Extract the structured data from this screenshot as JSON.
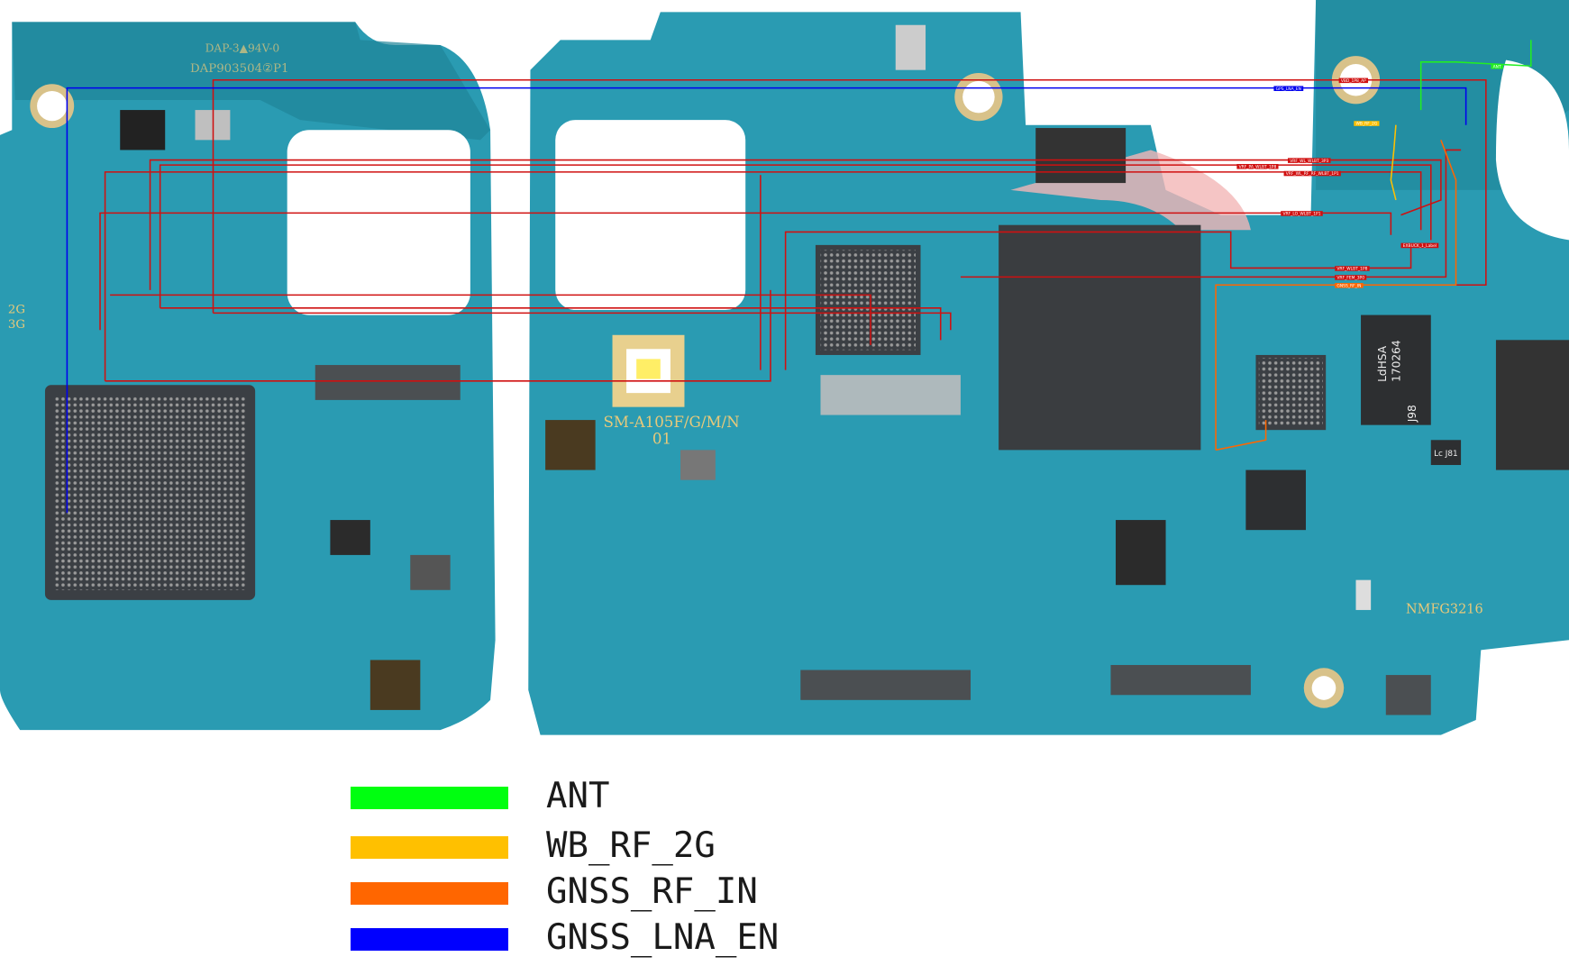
{
  "board": {
    "markings": {
      "model": "SM-A105F/G/M/N",
      "revision": "01",
      "ul_mark": "DAP-3▲94V-0",
      "pcb_code": "DAP903504②P1",
      "band_2g": "2G",
      "band_3g": "3G",
      "chip_main": "LdHSA",
      "chip_main_code": "170264",
      "chip_main_suffix": "J98",
      "chip_small": "Lc J81",
      "connector_code": "NMFG3216"
    },
    "trace_labels": {
      "vbd": "VBD_1P8_AP",
      "lna": "GPS_LNA_EN",
      "ant": "ANT",
      "wb": "WB_RF_2G",
      "wl3p3": "VRF_WL_WLBT_3P3",
      "pa": "VRF_PA_WLBT_1P8",
      "wlrf": "VRF_WL_RF_RF_WLBT_1P1",
      "lo": "VRF_LO_WLBT_1P1",
      "exbuck": "EXBUCK_1_Label",
      "wlbt": "VRF_WLBT_1P8",
      "fem": "VRF_FEM_3P0",
      "gnss": "GNSS_RF_IN"
    }
  },
  "legend": [
    {
      "label": "ANT",
      "color": "#00ff10"
    },
    {
      "label": "WB_RF_2G",
      "color": "#ffc000"
    },
    {
      "label": "GNSS_RF_IN",
      "color": "#ff6600"
    },
    {
      "label": "GNSS_LNA_EN",
      "color": "#0000ff"
    }
  ]
}
